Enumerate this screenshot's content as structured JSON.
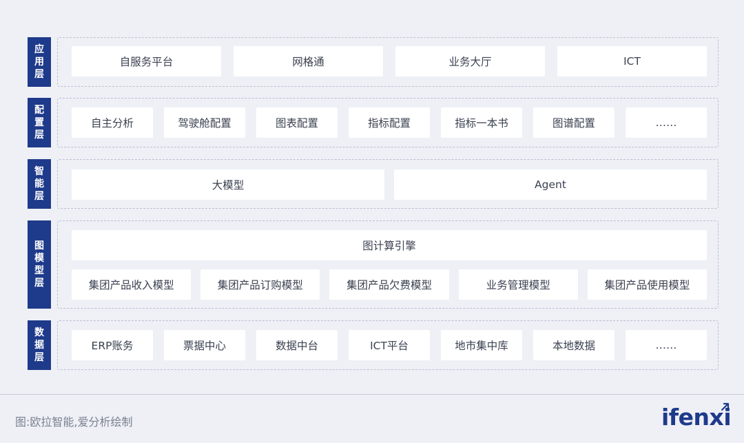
{
  "layers": {
    "app": {
      "label": [
        "应",
        "用",
        "层"
      ],
      "items": [
        "自服务平台",
        "网格通",
        "业务大厅",
        "ICT"
      ]
    },
    "config": {
      "label": [
        "配",
        "置",
        "层"
      ],
      "items": [
        "自主分析",
        "驾驶舱配置",
        "图表配置",
        "指标配置",
        "指标一本书",
        "图谱配置",
        "……"
      ]
    },
    "intel": {
      "label": [
        "智",
        "能",
        "层"
      ],
      "items": [
        "大模型",
        "Agent"
      ]
    },
    "graph": {
      "label": [
        "图",
        "模",
        "型",
        "层"
      ],
      "engine": "图计算引擎",
      "items": [
        "集团产品收入模型",
        "集团产品订购模型",
        "集团产品欠费模型",
        "业务管理模型",
        "集团产品使用模型"
      ]
    },
    "data": {
      "label": [
        "数",
        "据",
        "层"
      ],
      "items": [
        "ERP账务",
        "票据中心",
        "数据中台",
        "ICT平台",
        "地市集中库",
        "本地数据",
        "……"
      ]
    }
  },
  "footer": {
    "source": "图:欧拉智能,爱分析绘制",
    "logo": "ifenxi"
  },
  "colors": {
    "label_bg": "#1e3a8a",
    "background": "#eef0f6",
    "cell_bg": "#ffffff",
    "dash": "#b9bfd0"
  }
}
